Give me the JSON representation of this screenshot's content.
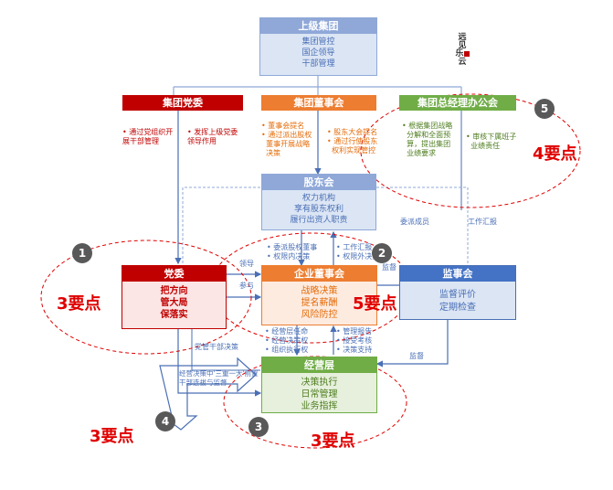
{
  "top_group": {
    "title": "上级集团",
    "lines": [
      "集团管控",
      "国企领导",
      "干部管理"
    ]
  },
  "party_group": {
    "title": "集团党委",
    "notes": [
      "通过党组织开展干部管理",
      "发挥上级党委领导作用"
    ]
  },
  "board_group": {
    "title": "集团董事会",
    "notes": [
      "董事会提名",
      "通过派出股权",
      "董事开展战略",
      "决策",
      "股东大会提名",
      "通过行使股东",
      "权利实现管控"
    ]
  },
  "gm_office": {
    "title": "集团总经理办公会",
    "notes": [
      "根据集团战略",
      "分解和全面预",
      "算，提出集团",
      "业绩要求",
      "审核下属班子",
      "业绩责任"
    ]
  },
  "shareholders": {
    "title": "股东会",
    "lines": [
      "权力机构",
      "享有股东权利",
      "履行出资人职责"
    ]
  },
  "party_committee": {
    "title": "党委",
    "lines": [
      "把方向",
      "管大局",
      "保落实"
    ]
  },
  "board": {
    "title": "企业董事会",
    "lines": [
      "战略决策",
      "提名薪酬",
      "风险防控"
    ]
  },
  "supervisory": {
    "title": "监事会",
    "lines": [
      "监督评价",
      "定期检查"
    ]
  },
  "management": {
    "title": "经营层",
    "lines": [
      "决策执行",
      "日常管理",
      "业务指挥"
    ]
  },
  "edge_labels": {
    "send_members": "委派成员",
    "work_report1": "工作汇报",
    "appoint": "委派股权董事",
    "authority_in": "权限内决策",
    "work_report2": "工作汇报",
    "authority_out": "权限外决策",
    "lead": "领导",
    "participate": "参与",
    "supervise_r": "监督",
    "supervise_b": "监督",
    "doc_on": "党管干部决策",
    "crossing": "经营决策中'三重一大'前置干部选拔与监督",
    "m1": "经营层任命",
    "m2": "经营决策权",
    "m3": "组织执行权",
    "m4": "管理报告",
    "m5": "接受考核",
    "m6": "决策支持"
  },
  "badges": [
    "1",
    "2",
    "3",
    "4",
    "5"
  ],
  "points": {
    "p1": "3要点",
    "p2": "5要点",
    "p3": "3要点",
    "p4": "3要点",
    "p5": "4要点"
  },
  "seal": {
    "text": "远见乐云"
  },
  "colors": {
    "blue": "#4a6fb5",
    "light_blue": "#8fa8d8",
    "red": "#c00000",
    "orange": "#ed7d31",
    "green": "#70ad47"
  }
}
